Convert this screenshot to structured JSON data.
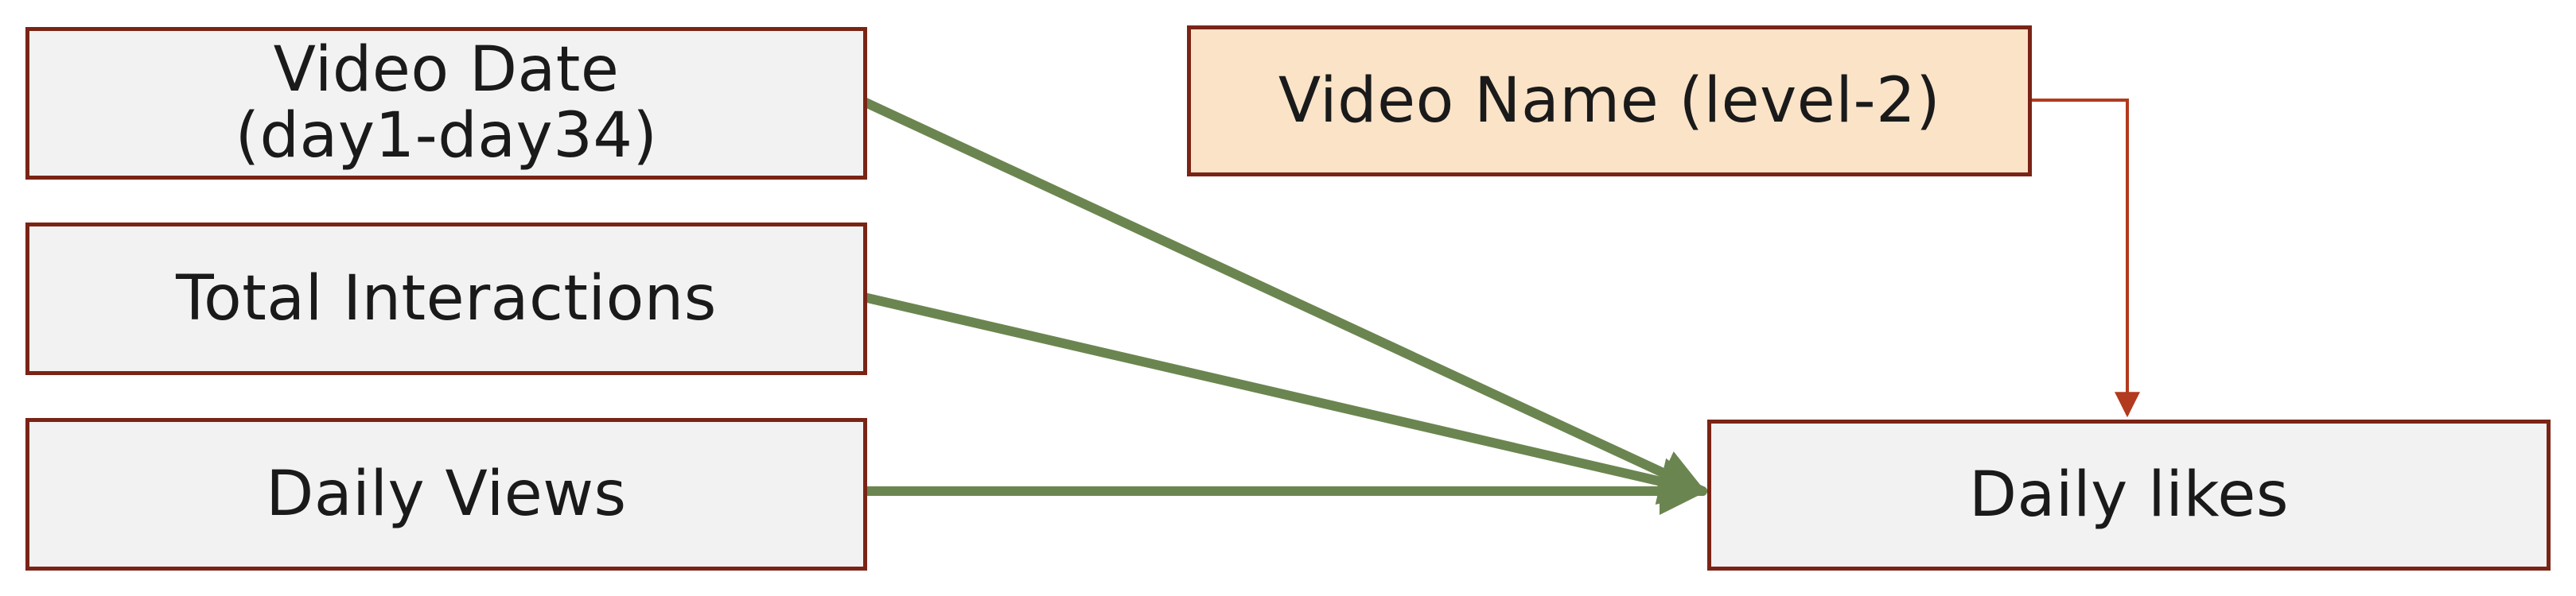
{
  "diagram": {
    "nodes": [
      {
        "id": "video-date",
        "label": "Video Date\n(day1-day34)"
      },
      {
        "id": "total-interactions",
        "label": "Total Interactions"
      },
      {
        "id": "daily-views",
        "label": "Daily Views"
      },
      {
        "id": "video-name",
        "label": "Video Name (level-2)"
      },
      {
        "id": "daily-likes",
        "label": "Daily likes"
      }
    ],
    "edges": [
      {
        "from": "video-date",
        "to": "daily-likes",
        "style": "thick-green-arrow"
      },
      {
        "from": "total-interactions",
        "to": "daily-likes",
        "style": "thick-green-arrow"
      },
      {
        "from": "daily-views",
        "to": "daily-likes",
        "style": "thick-green-arrow"
      },
      {
        "from": "video-name",
        "to": "daily-likes",
        "style": "thin-red-elbow-arrow"
      }
    ],
    "colors": {
      "box_border": "#7a2416",
      "box_fill": "#f2f2f2",
      "level2_fill": "#fbe3c8",
      "fixed_effect_arrow": "#6b8550",
      "random_effect_arrow": "#b23a1e"
    }
  }
}
